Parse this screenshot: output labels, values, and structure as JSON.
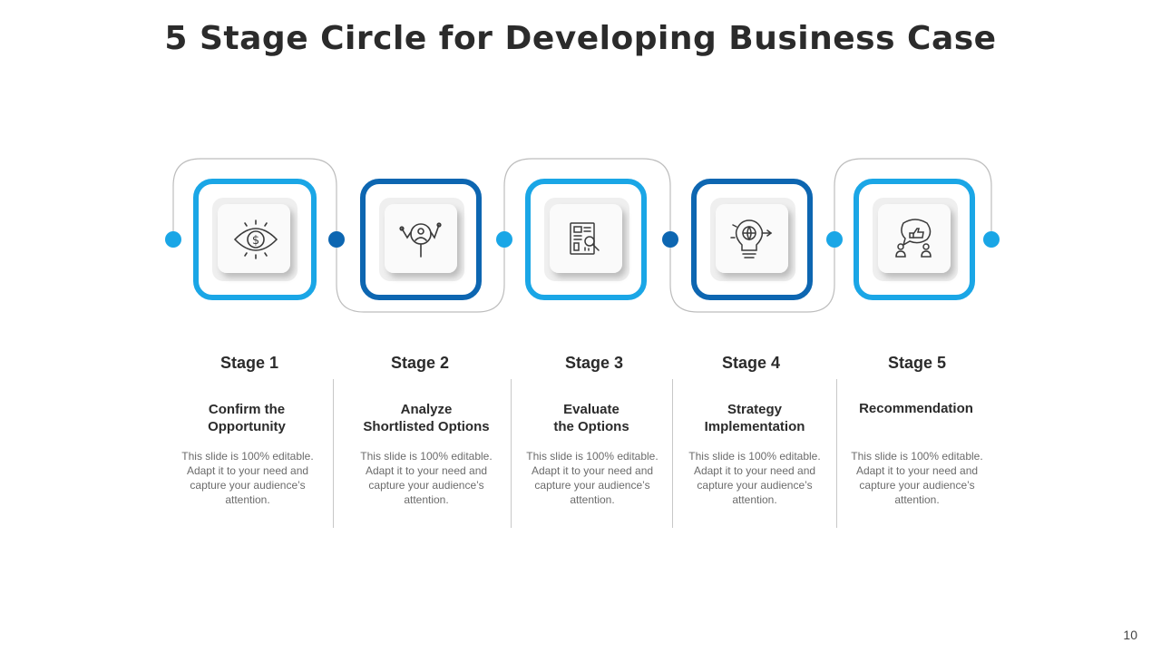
{
  "title": "5 Stage Circle for Developing Business Case",
  "page_number": "10",
  "colors": {
    "light_blue": "#1aa6e6",
    "dark_blue": "#0d66b1",
    "connector": "#bdbdbd",
    "tile": "#f2f2f2"
  },
  "stages": [
    {
      "label": "Stage 1",
      "heading": "Confirm the\nOpportunity",
      "body": "This slide is 100% editable. Adapt it to your need and capture your audience’s attention.",
      "icon": "eye-dollar-icon",
      "frame_color": "light"
    },
    {
      "label": "Stage 2",
      "heading": "Analyze\nShortlisted Options",
      "body": "This slide is 100% editable. Adapt it to your need and capture your audience’s attention.",
      "icon": "magnifier-analysis-icon",
      "frame_color": "dark"
    },
    {
      "label": "Stage 3",
      "heading": "Evaluate\nthe Options",
      "body": "This slide is 100% editable. Adapt it to your need and capture your audience’s attention.",
      "icon": "report-evaluation-icon",
      "frame_color": "light"
    },
    {
      "label": "Stage 4",
      "heading": "Strategy\nImplementation",
      "body": "This slide is 100% editable. Adapt it to your need and capture your audience’s attention.",
      "icon": "lightbulb-globe-icon",
      "frame_color": "dark"
    },
    {
      "label": "Stage 5",
      "heading": "Recommendation",
      "body": "This slide is 100% editable. Adapt it to your need and capture your audience’s attention.",
      "icon": "thumbs-up-people-icon",
      "frame_color": "light"
    }
  ]
}
